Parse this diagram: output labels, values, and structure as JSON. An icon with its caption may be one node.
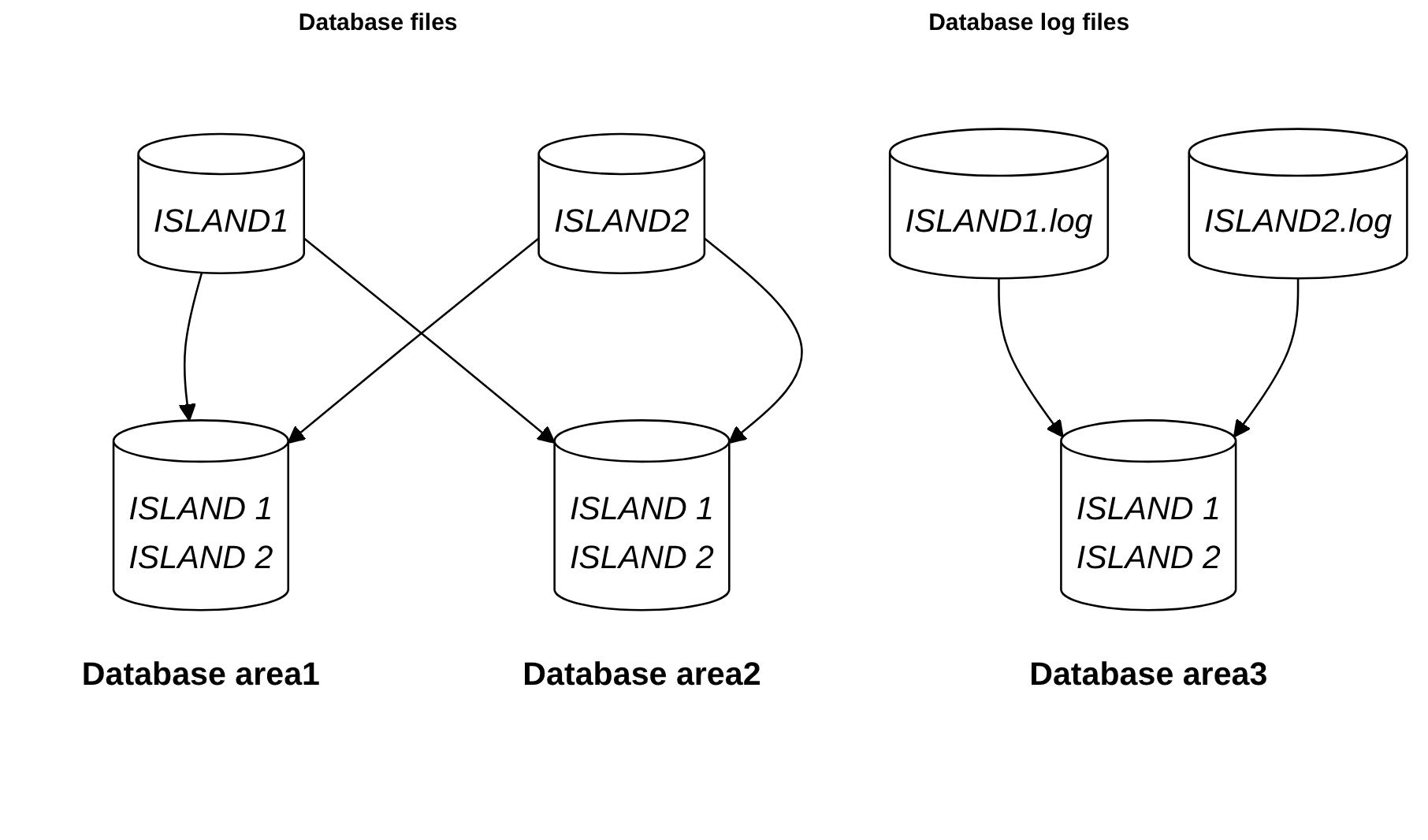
{
  "diagram": {
    "nodes": [
      {
        "text": [
          "ISLAND1"
        ]
      },
      {
        "text": [
          "ISLAND2"
        ]
      },
      {
        "text": [
          "ISLAND1.log"
        ]
      },
      {
        "text": [
          "ISLAND2.log"
        ]
      },
      {
        "text": [
          "ISLAND 1",
          "ISLAND 2"
        ],
        "beside": [
          "Database area1"
        ]
      },
      {
        "text": [
          "ISLAND 1",
          "ISLAND 2"
        ],
        "beside": [
          "Database area2"
        ]
      },
      {
        "text": [
          "ISLAND 1",
          "ISLAND 2"
        ],
        "beside": [
          "Database area3"
        ]
      }
    ],
    "edges": [
      {
        "from": 0,
        "to": 4,
        "arrow": "to"
      },
      {
        "from": 0,
        "to": 5,
        "arrow": "to"
      },
      {
        "from": 1,
        "to": 4,
        "arrow": "to"
      },
      {
        "from": 1,
        "to": 5,
        "arrow": "to"
      },
      {
        "from": 2,
        "to": 6,
        "arrow": "to"
      },
      {
        "from": 3,
        "to": 6,
        "arrow": "to"
      }
    ],
    "labels": [
      "Database files",
      "Database log files"
    ]
  }
}
